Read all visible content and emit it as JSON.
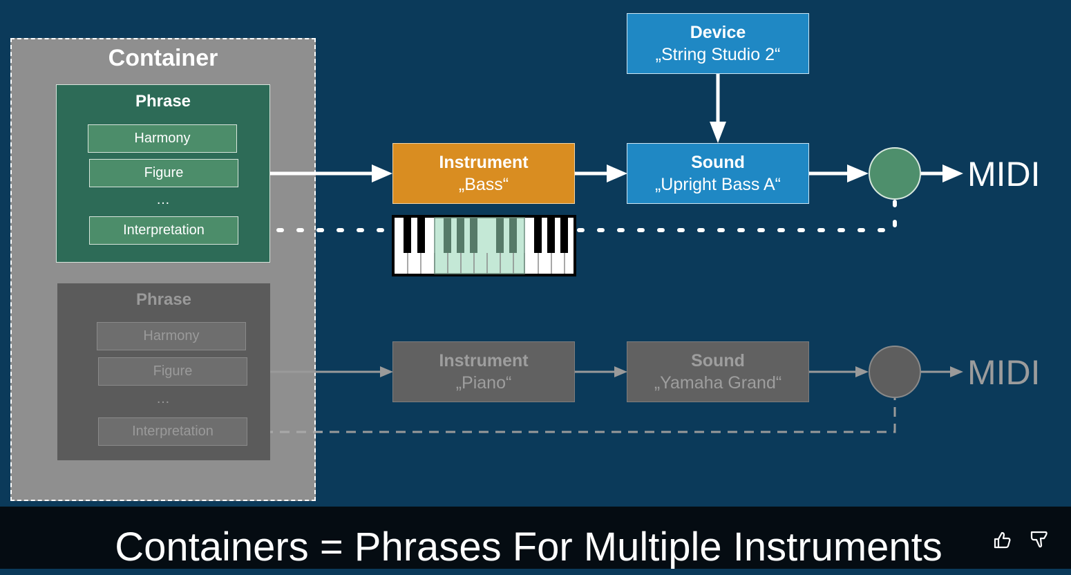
{
  "container": {
    "title": "Container",
    "phrases": [
      {
        "title": "Phrase",
        "state": "active",
        "items": [
          "Harmony",
          "Figure",
          "…",
          "Interpretation"
        ]
      },
      {
        "title": "Phrase",
        "state": "inactive",
        "items": [
          "Harmony",
          "Figure",
          "…",
          "Interpretation"
        ]
      }
    ]
  },
  "chains": [
    {
      "state": "active",
      "instrument": {
        "title": "Instrument",
        "name": "„Bass“"
      },
      "device": {
        "title": "Device",
        "name": "„String Studio 2“"
      },
      "sound": {
        "title": "Sound",
        "name": "„Upright Bass A“"
      },
      "output": "MIDI",
      "keyboard_range_icon": "piano-keyboard-icon"
    },
    {
      "state": "inactive",
      "instrument": {
        "title": "Instrument",
        "name": "„Piano“"
      },
      "sound": {
        "title": "Sound",
        "name": "„Yamaha Grand“"
      },
      "output": "MIDI"
    }
  ],
  "caption": "Containers = Phrases For Multiple Instruments",
  "feedback": {
    "like_icon": "thumbs-up-icon",
    "dislike_icon": "thumbs-down-icon"
  },
  "colors": {
    "background": "#0b3a5a",
    "caption_bar": "#050c12",
    "container": "#8f8f8f",
    "phrase_active": "#2d6b57",
    "phrase_item_active": "#4c8d6a",
    "phrase_inactive": "#5b5b5b",
    "instrument": "#d98d21",
    "device_sound": "#1f88c4",
    "merge_active": "#4e8f6c",
    "inactive_node": "#616161"
  }
}
